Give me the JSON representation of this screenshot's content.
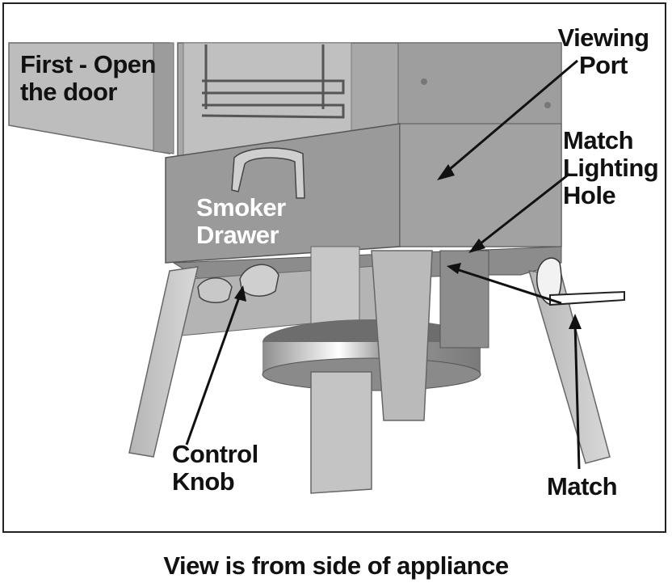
{
  "labels": {
    "door": [
      "First - Open",
      "the door"
    ],
    "viewing_port": [
      "Viewing",
      "Port"
    ],
    "match_hole": [
      "Match",
      "Lighting",
      "Hole"
    ],
    "smoker_drawer": [
      "Smoker",
      "Drawer"
    ],
    "control_knob": [
      "Control",
      "Knob"
    ],
    "match": "Match"
  },
  "caption": "View is from side of appliance"
}
